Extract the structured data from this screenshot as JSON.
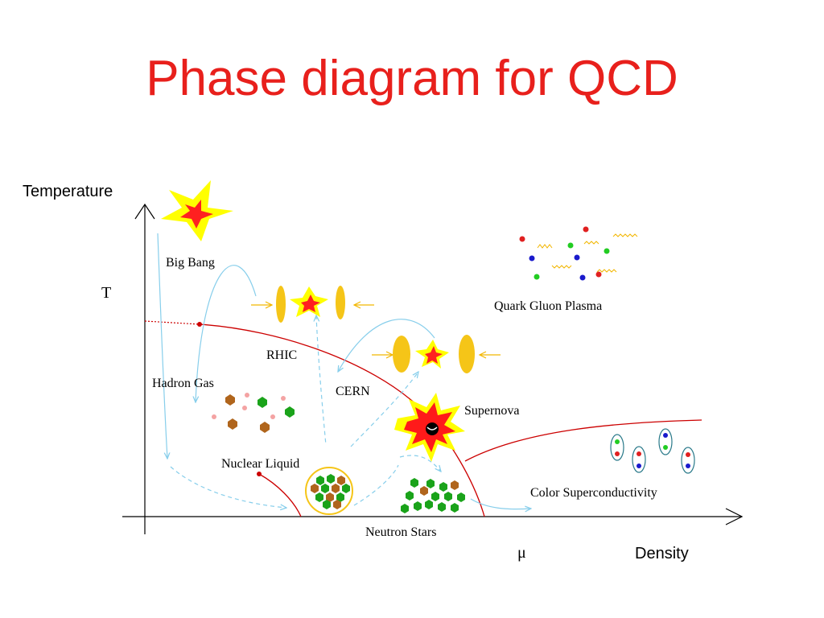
{
  "title": "Phase diagram for QCD",
  "axes": {
    "y_label": "Temperature",
    "y_symbol": "T",
    "x_label": "Density",
    "x_symbol": "μ"
  },
  "labels": {
    "big_bang": "Big Bang",
    "rhic": "RHIC",
    "cern": "CERN",
    "hadron_gas": "Hadron Gas",
    "nuclear_liquid": "Nuclear Liquid",
    "quark_gluon_plasma": "Quark Gluon Plasma",
    "supernova": "Supernova",
    "color_superconductivity": "Color Superconductivity",
    "neutron_stars": "Neutron Stars"
  },
  "colors": {
    "title": "#e8201c",
    "phase_boundary": "#cc0000",
    "trajectory": "#87ceeb",
    "star_outer": "#ffff00",
    "star_inner": "#ff0000",
    "nucleus": "#f5c518",
    "green_nucleon": "#1aa31a",
    "brown_nucleon": "#b0651c",
    "pink_nucleon": "#f4a3a3",
    "quark_red": "#e02020",
    "quark_green": "#22cc22",
    "quark_blue": "#1a1acc",
    "pair_ring": "#2a7a8a"
  }
}
